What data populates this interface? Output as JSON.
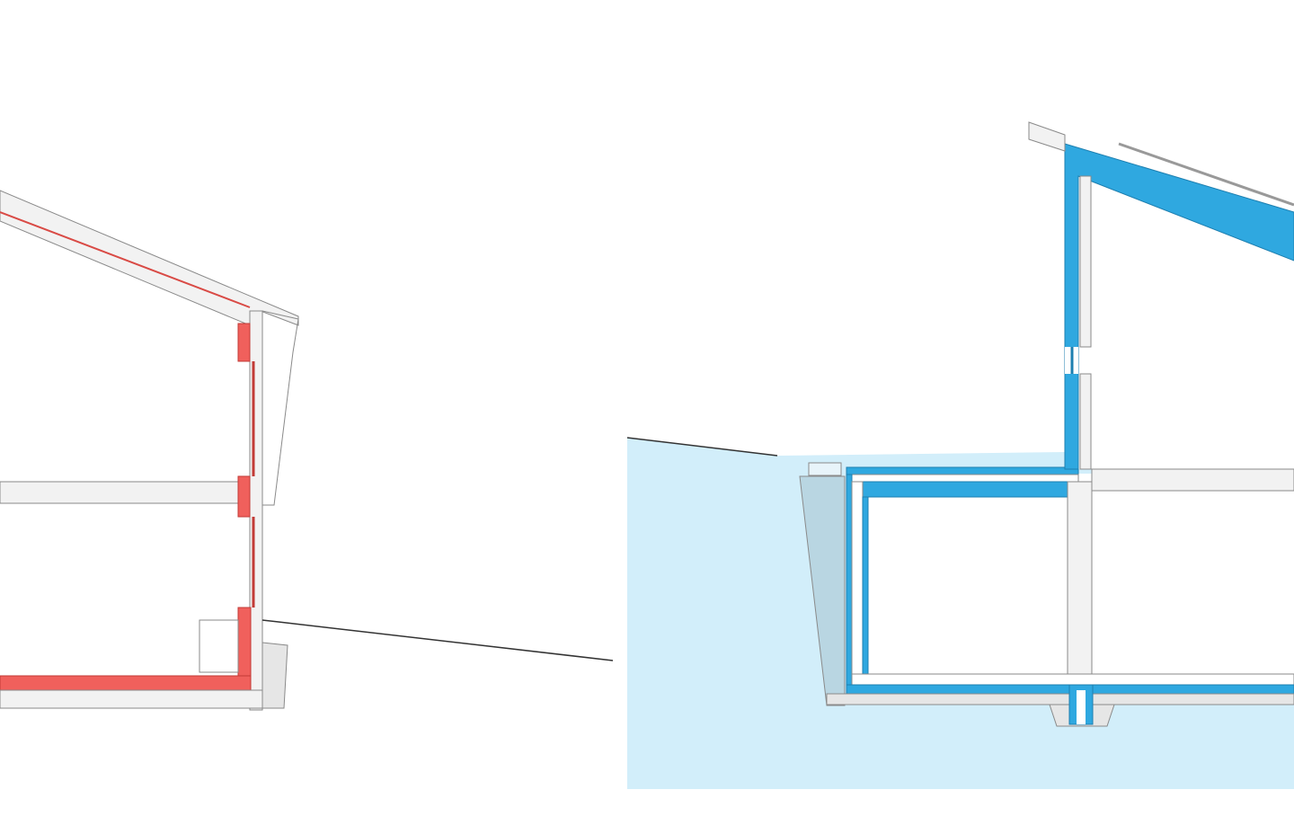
{
  "diagram": {
    "type": "building-section-comparison",
    "panels": [
      {
        "id": "left-section",
        "insulation_color": "#f0605c"
      },
      {
        "id": "right-section",
        "insulation_color": "#2fa8e0",
        "ground_color": "#d2eefa"
      }
    ],
    "colors": {
      "structure_fill": "#f2f2f2",
      "structure_stroke": "#8a8a8a",
      "ground_wedge": "#b9d6e2",
      "connector": "#333333"
    }
  }
}
